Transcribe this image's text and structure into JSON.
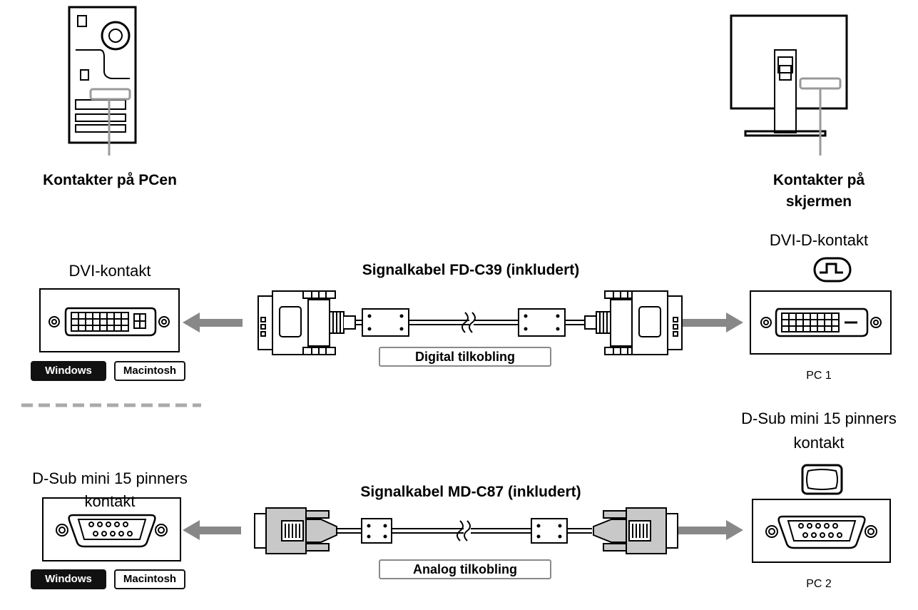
{
  "pc_panel": {
    "title": "Kontakter på PCen",
    "dvi_label": "DVI-kontakt",
    "dsub_label_line1": "D-Sub mini 15 pinners",
    "dsub_label_line2": "kontakt",
    "os_badges": [
      "Windows",
      "Macintosh"
    ]
  },
  "monitor_panel": {
    "title_line1": "Kontakter på",
    "title_line2": "skjermen",
    "dvi_label": "DVI-D-kontakt",
    "dvi_input": "PC 1",
    "dsub_label_line1": "D-Sub mini 15 pinners",
    "dsub_label_line2": "kontakt",
    "dsub_input": "PC 2"
  },
  "cables": {
    "digital_title": "Signalkabel FD-C39 (inkludert)",
    "digital_type": "Digital tilkobling",
    "analog_title": "Signalkabel MD-C87 (inkludert)",
    "analog_type": "Analog tilkobling"
  }
}
